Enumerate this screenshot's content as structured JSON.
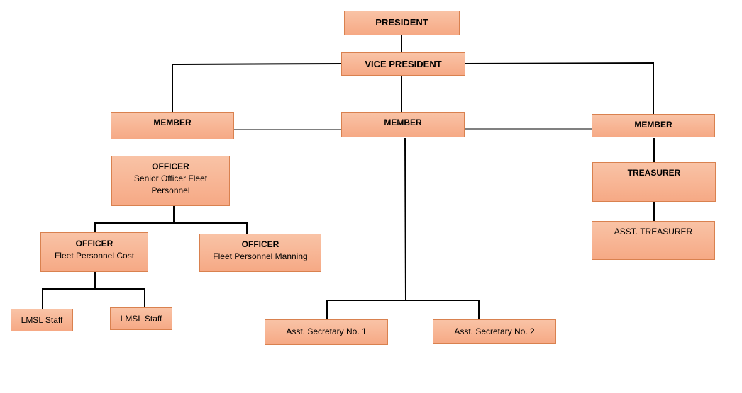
{
  "org_chart": {
    "president": {
      "title": "PRESIDENT"
    },
    "vice_president": {
      "title": "VICE PRESIDENT"
    },
    "member_left": {
      "title": "MEMBER"
    },
    "member_center": {
      "title": "MEMBER"
    },
    "member_right": {
      "title": "MEMBER"
    },
    "officer_senior": {
      "title": "OFFICER",
      "subtitle": "Senior Officer Fleet Personnel"
    },
    "officer_cost": {
      "title": "OFFICER",
      "subtitle": "Fleet Personnel Cost"
    },
    "officer_manning": {
      "title": "OFFICER",
      "subtitle": "Fleet Personnel Manning"
    },
    "lmsl_staff_1": {
      "title": "LMSL Staff"
    },
    "lmsl_staff_2": {
      "title": "LMSL Staff"
    },
    "asst_secretary_1": {
      "title": "Asst. Secretary No. 1"
    },
    "asst_secretary_2": {
      "title": "Asst. Secretary No. 2"
    },
    "treasurer": {
      "title": "TREASURER"
    },
    "asst_treasurer": {
      "title": "ASST. TREASURER"
    }
  }
}
